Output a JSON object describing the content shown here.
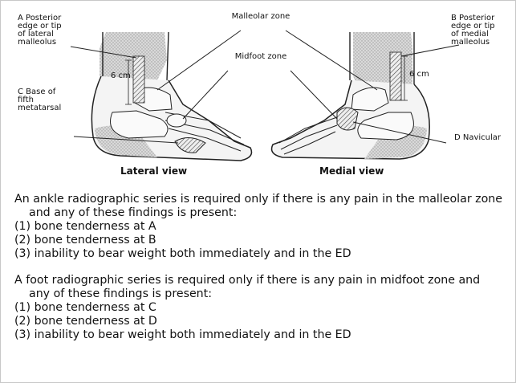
{
  "diagram": {
    "labels": {
      "a": "A Posterior\nedge or tip\nof lateral\nmalleolus",
      "b": "B Posterior\nedge or tip\nof medial\nmalleolus",
      "c": "C Base of\nfifth\nmetatarsal",
      "d": "D Navicular",
      "malleolar_zone": "Malleolar zone",
      "midfoot_zone": "Midfoot zone",
      "lateral_6cm": "6 cm",
      "medial_6cm": "6 cm"
    },
    "views": {
      "lateral": "Lateral view",
      "medial": "Medial view"
    }
  },
  "rules": [
    {
      "intro": "An ankle radiographic series is required only if there is any pain in the malleolar zone and any of these findings is present:",
      "items": [
        "(1) bone tenderness at A",
        "(2) bone tenderness at B",
        "(3) inability to bear weight both immediately and in the ED"
      ]
    },
    {
      "intro": "A foot radiographic series is required only if there is any pain in midfoot zone and any of these findings is present:",
      "items": [
        "(1) bone tenderness at C",
        "(2) bone tenderness at D",
        "(3) inability to bear weight both immediately and in the ED"
      ]
    }
  ]
}
